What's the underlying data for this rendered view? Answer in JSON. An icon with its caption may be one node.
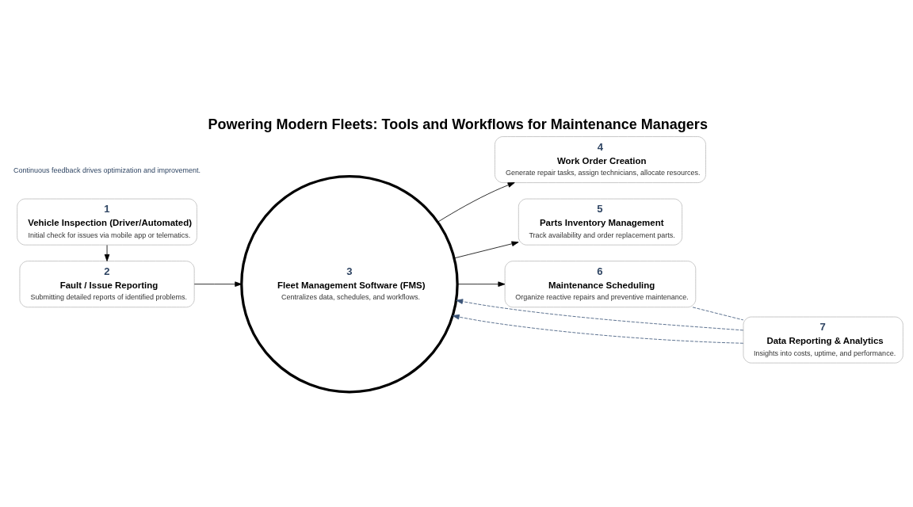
{
  "diagram": {
    "title": "Powering Modern Fleets: Tools and Workflows for Maintenance Managers",
    "nodes": [
      {
        "text": [
          "1",
          "Vehicle Inspection (Driver/Automated)",
          "Initial check for issues via mobile app or telematics."
        ]
      },
      {
        "text": [
          "2",
          "Fault / Issue Reporting",
          "Submitting detailed reports of identified problems."
        ]
      },
      {
        "text": [
          "3",
          "Fleet Management Software (FMS)",
          "Centralizes data, schedules, and workflows."
        ]
      },
      {
        "text": [
          "4",
          "Work Order Creation",
          "Generate repair tasks, assign technicians, allocate resources."
        ]
      },
      {
        "text": [
          "5",
          "Parts Inventory Management",
          "Track availability and order replacement parts."
        ]
      },
      {
        "text": [
          "6",
          "Maintenance Scheduling",
          "Organize reactive repairs and preventive maintenance."
        ]
      },
      {
        "text": [
          "7",
          "Data Reporting & Analytics",
          "Insights into costs, uptime, and performance."
        ]
      }
    ],
    "edges": [
      {
        "from": 0,
        "to": 1,
        "arrow": "to"
      },
      {
        "from": 1,
        "to": 2,
        "arrow": "to"
      },
      {
        "from": 2,
        "to": 3,
        "arrow": "to"
      },
      {
        "from": 2,
        "to": 4,
        "arrow": "to"
      },
      {
        "from": 2,
        "to": 5,
        "arrow": "to"
      },
      {
        "from": 5,
        "to": 6,
        "arrow": "none",
        "style": "dashed",
        "color": "#3b5578"
      },
      {
        "from": 6,
        "to": 2,
        "arrow": "to",
        "style": "dashed",
        "color": "#3b5578"
      },
      {
        "from": 6,
        "to": 2,
        "arrow": "to",
        "style": "dashed",
        "color": "#3b5578"
      }
    ],
    "labels": [
      "Continuous feedback drives optimization and improvement."
    ]
  }
}
